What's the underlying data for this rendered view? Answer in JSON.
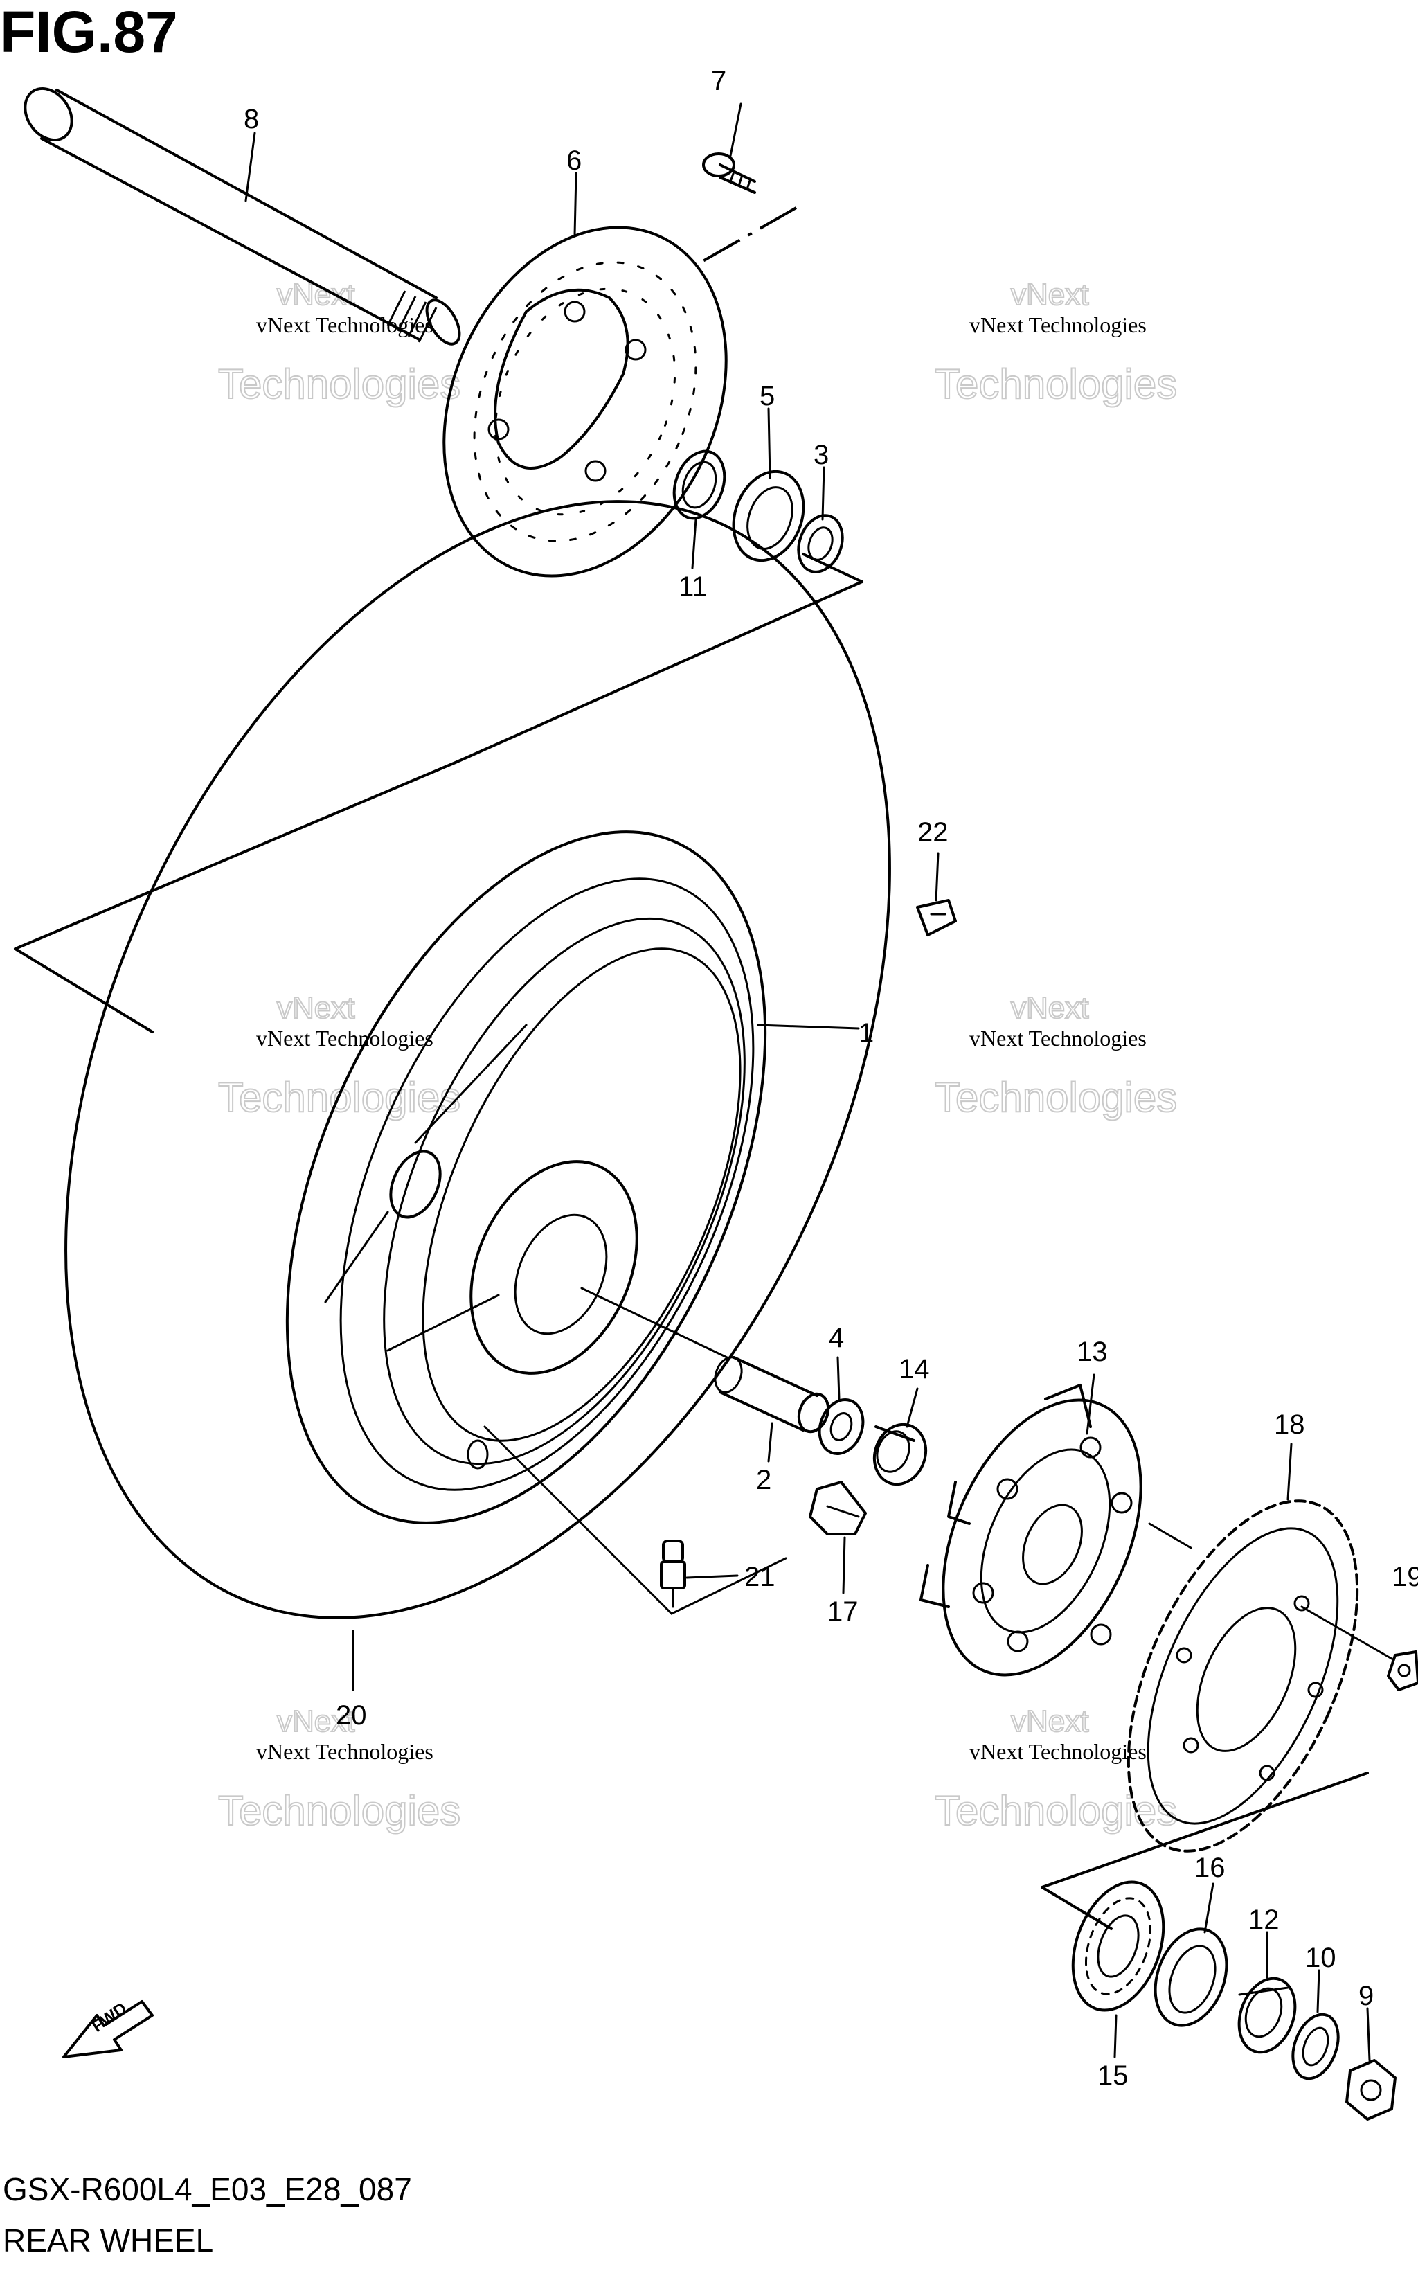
{
  "figure": {
    "title": "FIG.87",
    "model_code": "GSX-R600L4_E03_E28_087",
    "name": "REAR WHEEL"
  },
  "fwd_label": "FWD",
  "watermark": {
    "line1": "vNext Technologies",
    "line2": "vNext",
    "line3": "Technologies"
  },
  "callouts": [
    {
      "id": "c1",
      "label": "1"
    },
    {
      "id": "c2",
      "label": "2"
    },
    {
      "id": "c3",
      "label": "3"
    },
    {
      "id": "c4",
      "label": "4"
    },
    {
      "id": "c5",
      "label": "5"
    },
    {
      "id": "c6",
      "label": "6"
    },
    {
      "id": "c7",
      "label": "7"
    },
    {
      "id": "c8",
      "label": "8"
    },
    {
      "id": "c9",
      "label": "9"
    },
    {
      "id": "c10",
      "label": "10"
    },
    {
      "id": "c11",
      "label": "11"
    },
    {
      "id": "c12",
      "label": "12"
    },
    {
      "id": "c13",
      "label": "13"
    },
    {
      "id": "c14",
      "label": "14"
    },
    {
      "id": "c15",
      "label": "15"
    },
    {
      "id": "c16",
      "label": "16"
    },
    {
      "id": "c17",
      "label": "17"
    },
    {
      "id": "c18",
      "label": "18"
    },
    {
      "id": "c19",
      "label": "19"
    },
    {
      "id": "c20",
      "label": "20"
    },
    {
      "id": "c21",
      "label": "21"
    },
    {
      "id": "c22",
      "label": "22"
    }
  ]
}
